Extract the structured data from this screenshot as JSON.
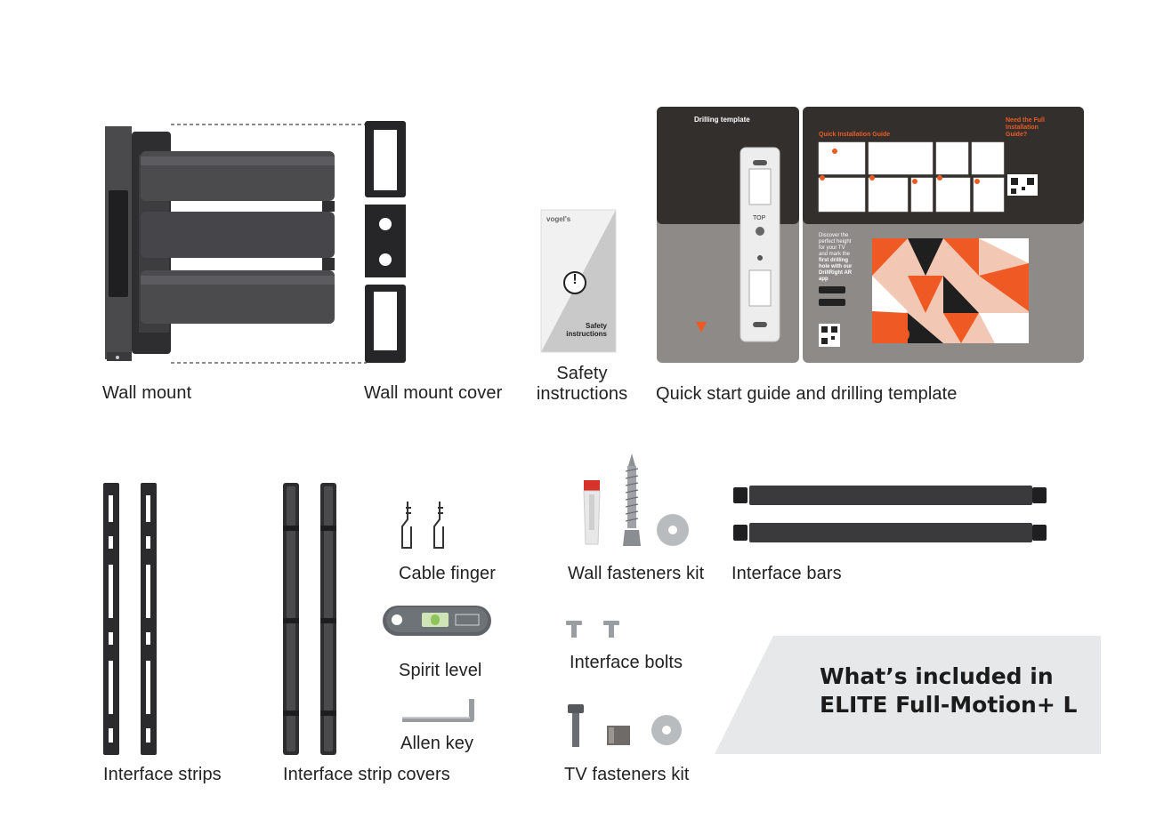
{
  "items": {
    "wall_mount": "Wall mount",
    "wall_mount_cover": "Wall mount cover",
    "safety_line1": "Safety",
    "safety_line2": "instructions",
    "quick_start": "Quick start guide and drilling template",
    "interface_strips": "Interface strips",
    "interface_strip_covers": "Interface strip covers",
    "cable_finger": "Cable finger",
    "spirit_level": "Spirit level",
    "allen_key": "Allen key",
    "wall_fasteners": "Wall fasteners kit",
    "interface_bars": "Interface bars",
    "interface_bolts": "Interface bolts",
    "tv_fasteners": "TV fasteners kit"
  },
  "booklet": {
    "brand": "vogel's",
    "title_line1": "Safety",
    "title_line2": "instructions",
    "warning_glyph": "!"
  },
  "guide": {
    "drilling_template": "Drilling template",
    "quick_installation": "Quick Installation Guide",
    "need_full_line1": "Need the Full",
    "need_full_line2": "Installation",
    "need_full_line3": "Guide?",
    "top_label": "TOP",
    "app_line1": "Discover the",
    "app_line2": "perfect height",
    "app_line3": "for your TV",
    "app_line4": "and mark the",
    "app_line5": "first drilling",
    "app_line6": "hole with our",
    "app_line7": "DrillRight AR",
    "app_line8": "app"
  },
  "banner": {
    "line1": "What’s included in",
    "line2": "ELITE Full-Motion+ L"
  },
  "colors": {
    "dark_part": "#3a3a3c",
    "guide_dark": "#332f2d",
    "guide_grey": "#8d8a87",
    "accent_orange": "#ef5a24",
    "banner_bg": "#e7e8ea"
  }
}
